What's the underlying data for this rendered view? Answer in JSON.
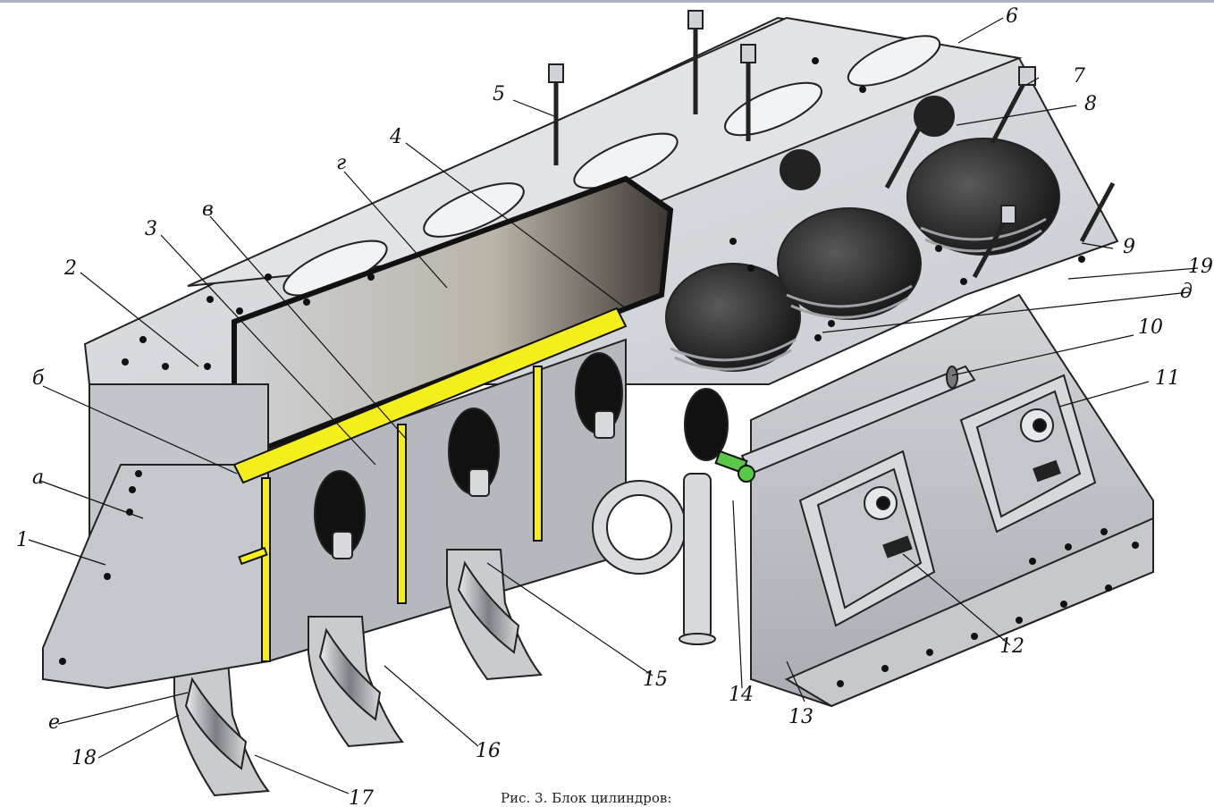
{
  "diagram": {
    "caption": "Рис. 3. Блок цилиндров:",
    "callouts": {
      "n1": "1",
      "n2": "2",
      "n3": "3",
      "n4": "4",
      "n5": "5",
      "n6": "6",
      "n7": "7",
      "n8": "8",
      "n9": "9",
      "n10": "10",
      "n11": "11",
      "n12": "12",
      "n13": "13",
      "n14": "14",
      "n15": "15",
      "n16": "16",
      "n17": "17",
      "n18": "18",
      "n19": "19",
      "a": "а",
      "b": "б",
      "v": "в",
      "g": "г",
      "d": "д",
      "e": "е"
    },
    "colors": {
      "casting": "#d3d5d9",
      "casting_dark": "#9a9da3",
      "shadow": "#2a2a2a",
      "oil_gallery": "#f4ee1c",
      "oil_fitting": "#59c948",
      "leader": "#111111"
    }
  }
}
